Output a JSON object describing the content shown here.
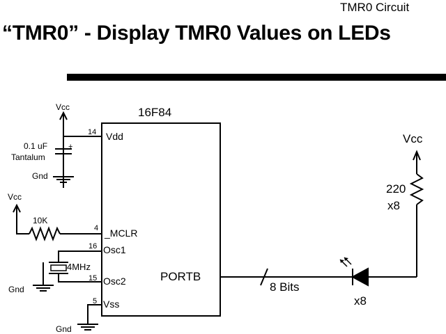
{
  "header": {
    "corner_label": "TMR0 Circuit",
    "title": "“TMR0” - Display TMR0 Values on LEDs"
  },
  "chip": {
    "part_number": "16F84",
    "pins": [
      {
        "number": "14",
        "name": "Vdd"
      },
      {
        "number": "4",
        "name": "_MCLR"
      },
      {
        "number": "16",
        "name": "Osc1"
      },
      {
        "number": "15",
        "name": "Osc2"
      },
      {
        "number": "5",
        "name": "Vss"
      }
    ],
    "port_label": "PORTB"
  },
  "power": {
    "vcc_top": "Vcc",
    "vcc_mclr": "Vcc",
    "vcc_led": "Vcc",
    "gnd_cap": "Gnd",
    "gnd_crystal": "Gnd",
    "gnd_vss": "Gnd"
  },
  "components": {
    "capacitor_value": "0.1 uF",
    "capacitor_type": "Tantalum",
    "capacitor_polarity": "+",
    "pullup_resistor": "10K",
    "crystal": "4MHz",
    "led_resistor_value": "220",
    "led_resistor_count": "x8",
    "led_count": "x8"
  },
  "bus": {
    "label": "8 Bits"
  }
}
